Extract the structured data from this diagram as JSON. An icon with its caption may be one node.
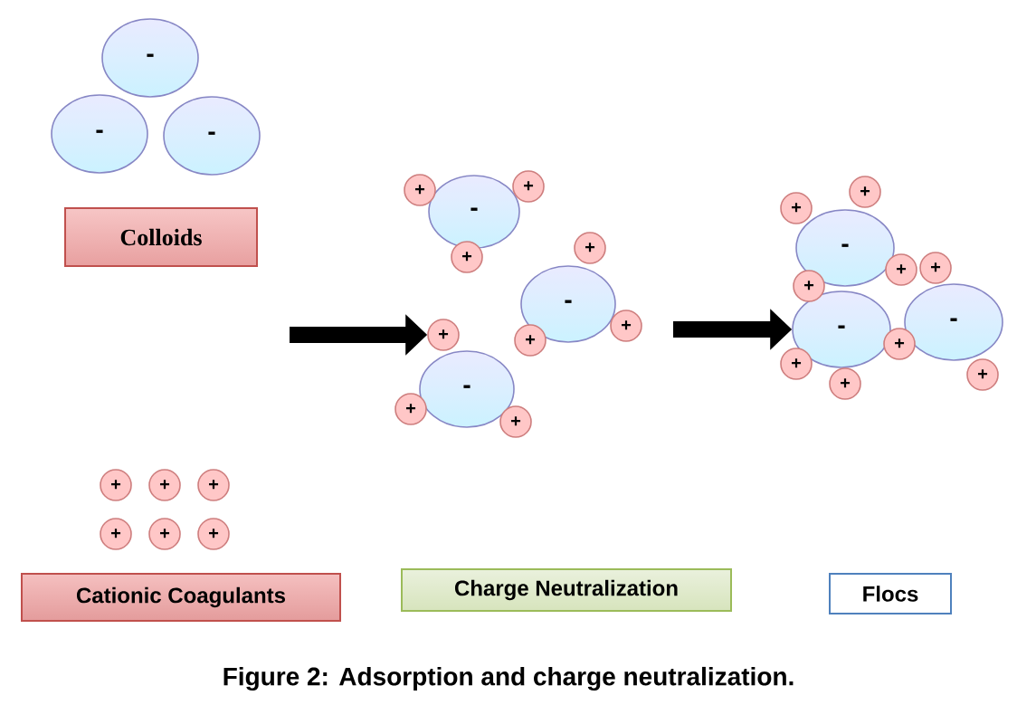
{
  "diagram": {
    "caption": "Figure 2: Adsorption and charge neutralization.",
    "nodes": [
      {
        "text": [
          "-"
        ]
      },
      {
        "text": [
          "-"
        ]
      },
      {
        "text": [
          "-"
        ]
      },
      {
        "text": [
          "Colloids"
        ]
      },
      {
        "text": [
          "+"
        ]
      },
      {
        "text": [
          "+"
        ]
      },
      {
        "text": [
          "+"
        ]
      },
      {
        "text": [
          "+"
        ]
      },
      {
        "text": [
          "+"
        ]
      },
      {
        "text": [
          "+"
        ]
      },
      {
        "text": [
          "Cationic Coagulants"
        ]
      },
      {
        "text": [
          "-"
        ]
      },
      {
        "text": [
          "-"
        ]
      },
      {
        "text": [
          "-"
        ]
      },
      {
        "text": [
          "+"
        ]
      },
      {
        "text": [
          "+"
        ]
      },
      {
        "text": [
          "+"
        ]
      },
      {
        "text": [
          "+"
        ]
      },
      {
        "text": [
          "+"
        ]
      },
      {
        "text": [
          "+"
        ]
      },
      {
        "text": [
          "+"
        ]
      },
      {
        "text": [
          "+"
        ]
      },
      {
        "text": [
          "+"
        ]
      },
      {
        "text": [
          "Charge Neutralization"
        ]
      },
      {
        "text": [
          "-"
        ]
      },
      {
        "text": [
          "-"
        ]
      },
      {
        "text": [
          "-"
        ]
      },
      {
        "text": [
          "+"
        ]
      },
      {
        "text": [
          "+"
        ]
      },
      {
        "text": [
          "+"
        ]
      },
      {
        "text": [
          "+"
        ]
      },
      {
        "text": [
          "+"
        ]
      },
      {
        "text": [
          "+"
        ]
      },
      {
        "text": [
          "+"
        ]
      },
      {
        "text": [
          "+"
        ]
      },
      {
        "text": [
          "+"
        ]
      },
      {
        "text": [
          "Flocs"
        ]
      }
    ],
    "edges": [
      {
        "from": null,
        "to": 20,
        "arrow": "to"
      },
      {
        "from": null,
        "to": 25,
        "arrow": "to"
      }
    ]
  }
}
